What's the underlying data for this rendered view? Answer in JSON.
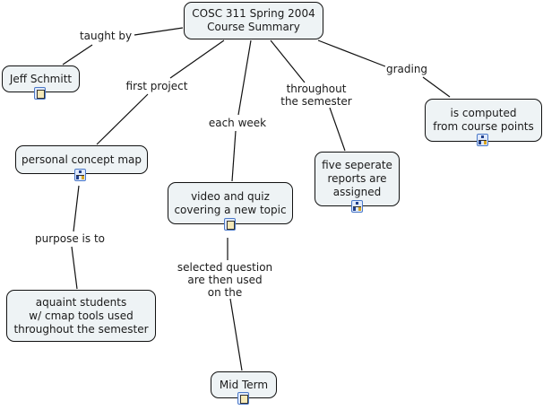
{
  "concepts": {
    "main": "COSC 311 Spring 2004\nCourse Summary",
    "jeff": "Jeff Schmitt",
    "personal_map": "personal concept map",
    "video_quiz": "video and quiz\ncovering a new topic",
    "reports": "five seperate\nreports are\nassigned",
    "computed": "is computed\nfrom course points",
    "aquaint": "aquaint students\nw/ cmap tools used\nthroughout the semester",
    "midterm": "Mid Term"
  },
  "links": {
    "taught_by": "taught by",
    "first_project": "first project",
    "each_week": "each week",
    "throughout": "throughout\nthe semester",
    "grading": "grading",
    "purpose": "purpose is to",
    "selected": "selected question\nare then used\non the"
  },
  "resource_icons": {
    "jeff": "document-icon",
    "personal_map": "concept-map-icon",
    "video_quiz": "document-icon",
    "reports": "concept-map-icon",
    "computed": "concept-map-icon",
    "midterm": "document-icon"
  }
}
